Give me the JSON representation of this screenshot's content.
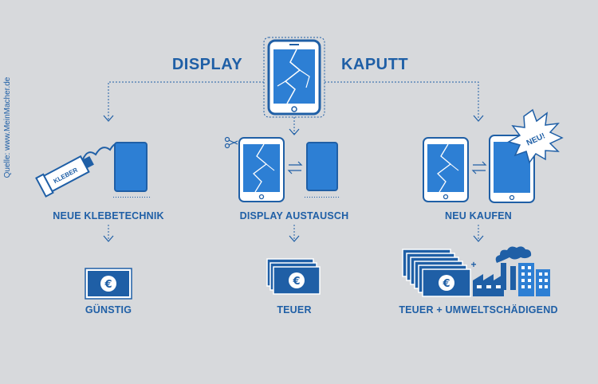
{
  "source_credit": "Quelle: www.MeinMacher.de",
  "header": {
    "left": "DISPLAY",
    "right": "KAPUTT"
  },
  "options": [
    {
      "label": "NEUE KLEBETECHNIK",
      "result": "GÜNSTIG"
    },
    {
      "label": "DISPLAY AUSTAUSCH",
      "result": "TEUER"
    },
    {
      "label": "NEU KAUFEN",
      "result": "TEUER + UMWELTSCHÄDIGEND"
    }
  ],
  "glue_label": "KLEBER",
  "new_badge": "NEU!",
  "currency_symbol": "€",
  "colors": {
    "background": "#d7d9dc",
    "primary": "#1f5fa6",
    "accent": "#2d7fd4",
    "white": "#ffffff"
  }
}
